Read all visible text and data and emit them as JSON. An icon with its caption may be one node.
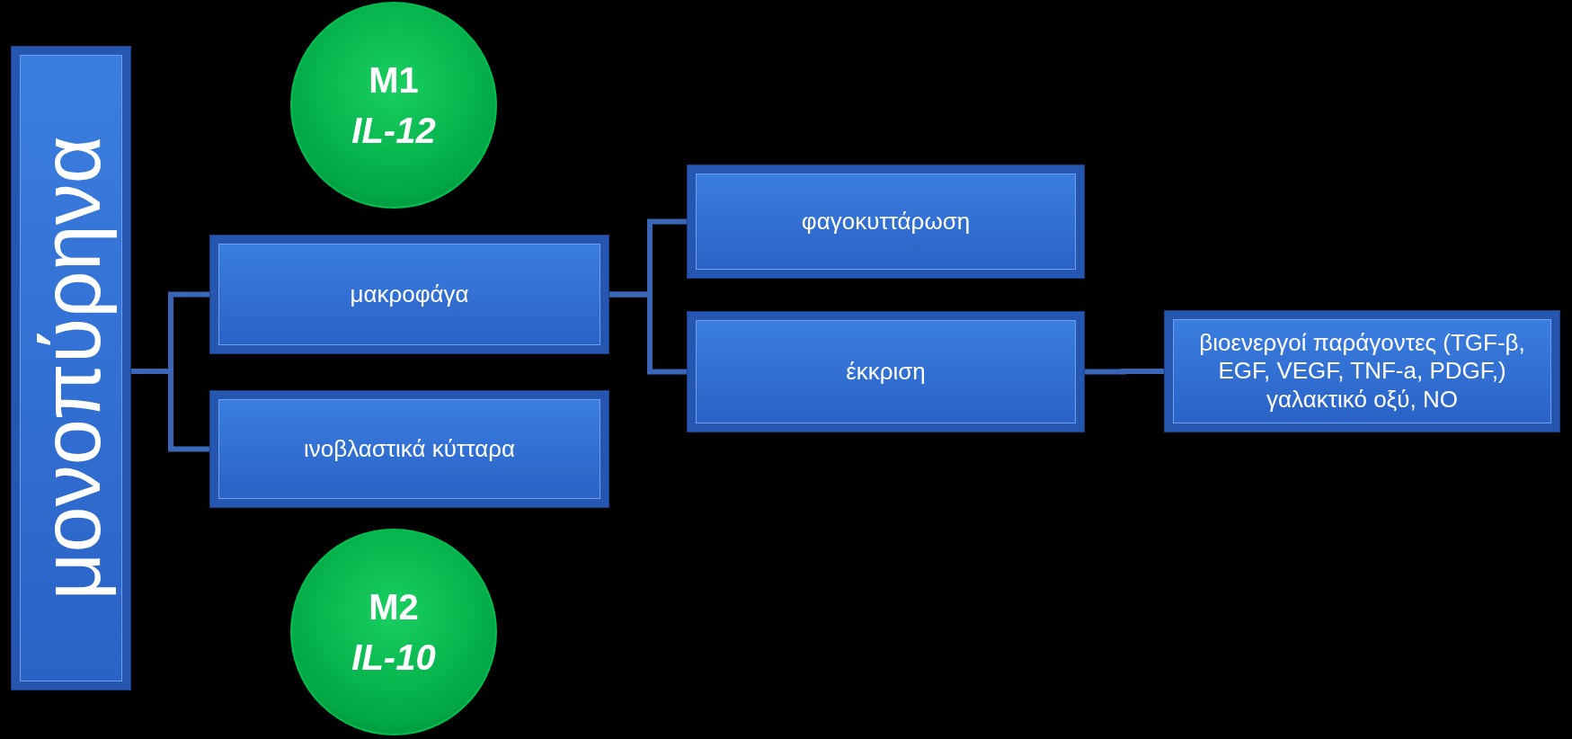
{
  "diagram": {
    "nodes": [
      {
        "text": [
          "μονοπύρηνα"
        ]
      },
      {
        "text": [
          "M1",
          "IL-12"
        ]
      },
      {
        "text": [
          "μακροφάγα"
        ]
      },
      {
        "text": [
          "ινοβλαστικά κύτταρα"
        ]
      },
      {
        "text": [
          "M2",
          "IL-10"
        ]
      },
      {
        "text": [
          "φαγοκυττάρωση"
        ]
      },
      {
        "text": [
          "έκκριση"
        ]
      },
      {
        "text": [
          "βιοενεργοί παράγοντες (TGF-β, EGF, VEGF, TNF-a, PDGF,) γαλακτικό οξύ, NO"
        ]
      }
    ],
    "edges": [
      {
        "from": 0,
        "to": 2,
        "arrow": "none"
      },
      {
        "from": 0,
        "to": 3,
        "arrow": "none"
      },
      {
        "from": 2,
        "to": 5,
        "arrow": "none"
      },
      {
        "from": 2,
        "to": 6,
        "arrow": "none"
      },
      {
        "from": 6,
        "to": 7,
        "arrow": "none"
      }
    ]
  }
}
